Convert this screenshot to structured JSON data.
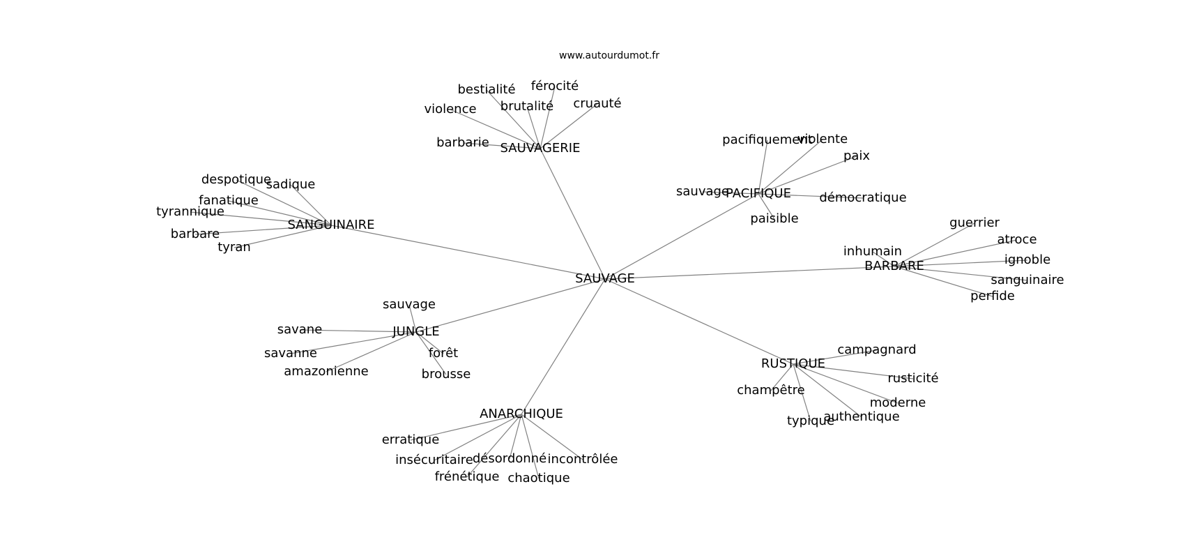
{
  "site": "www.autourdumot.fr",
  "center": "SAUVAGE",
  "groups": [
    {
      "name": "SAUVAGERIE",
      "words": [
        "bestialité",
        "férocité",
        "violence",
        "brutalité",
        "cruauté",
        "barbarie"
      ]
    },
    {
      "name": "SANGUINAIRE",
      "words": [
        "despotique",
        "sadique",
        "fanatique",
        "tyrannique",
        "barbare",
        "tyran"
      ]
    },
    {
      "name": "PACIFIQUE",
      "words": [
        "pacifiquement",
        "violente",
        "paix",
        "sauvage",
        "démocratique",
        "paisible"
      ]
    },
    {
      "name": "BARBARE",
      "words": [
        "guerrier",
        "atroce",
        "inhumain",
        "ignoble",
        "sanguinaire",
        "perfide"
      ]
    },
    {
      "name": "JUNGLE",
      "words": [
        "sauvage",
        "savane",
        "savanne",
        "forêt",
        "amazonienne",
        "brousse"
      ]
    },
    {
      "name": "RUSTIQUE",
      "words": [
        "campagnard",
        "rusticité",
        "champêtre",
        "moderne",
        "typique",
        "authentique"
      ]
    },
    {
      "name": "ANARCHIQUE",
      "words": [
        "erratique",
        "insécuritaire",
        "désordonné",
        "incontrôlée",
        "frénétique",
        "chaotique"
      ]
    }
  ]
}
